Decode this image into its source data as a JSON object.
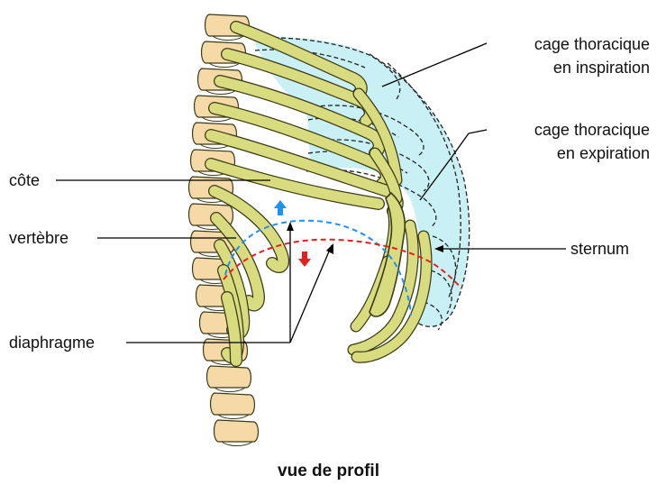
{
  "labels": {
    "cote": "côte",
    "vertebre": "vertèbre",
    "diaphragme": "diaphragme",
    "inspiration_l1": "cage thoracique",
    "inspiration_l2": "en inspiration",
    "expiration_l1": "cage thoracique",
    "expiration_l2": "en expiration",
    "sternum": "sternum"
  },
  "caption": "vue de profil",
  "colors": {
    "bone_fill": "#d8dc7e",
    "bone_stroke": "#3b3b1a",
    "vertebra_fill": "#f5d9a6",
    "inspiration_fill": "#c9f1f5",
    "inspiration_line": "#222222",
    "diaphragm_inspiration": "#1e90ff",
    "diaphragm_expiration": "#e61e1e",
    "arrow_up": "#1e90ff",
    "arrow_down": "#e61e1e",
    "leader_line": "#000000"
  }
}
